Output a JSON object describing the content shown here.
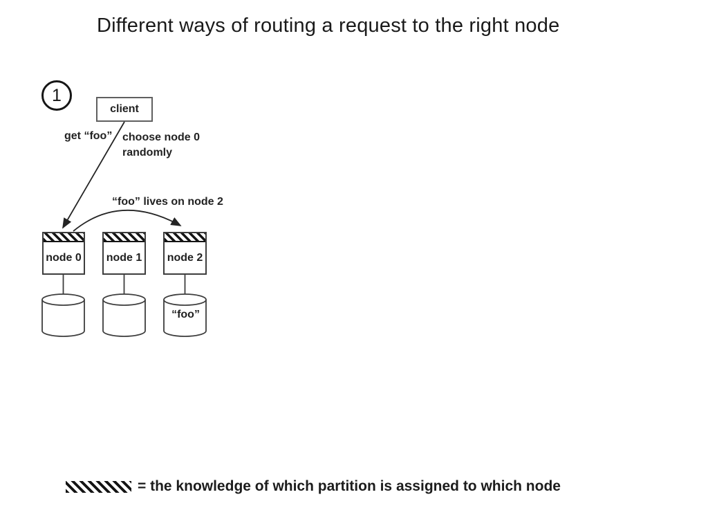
{
  "title": "Different ways of routing a request to the right node",
  "step_badge": "1",
  "client": {
    "label": "client"
  },
  "annotations": {
    "request": "get “foo”",
    "choose": "choose node 0\nrandomly",
    "foo_location": "“foo” lives on node 2"
  },
  "nodes": [
    {
      "label": "node 0"
    },
    {
      "label": "node 1"
    },
    {
      "label": "node 2",
      "data": "“foo”"
    }
  ],
  "legend": {
    "swatch": "hatch-pattern",
    "text": "= the knowledge of which partition is assigned to which node"
  },
  "colors": {
    "ink": "#1f1f1f",
    "box_border": "#3d3d3d",
    "client_border": "#5f5f5f",
    "hatch": "#151515"
  }
}
